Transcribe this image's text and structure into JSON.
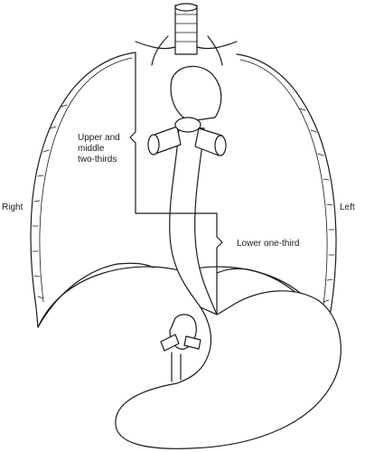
{
  "labels": {
    "right": "Right",
    "left": "Left",
    "upper_middle": [
      "Upper and",
      "middle",
      "two-thirds"
    ],
    "lower": "Lower one-third"
  }
}
